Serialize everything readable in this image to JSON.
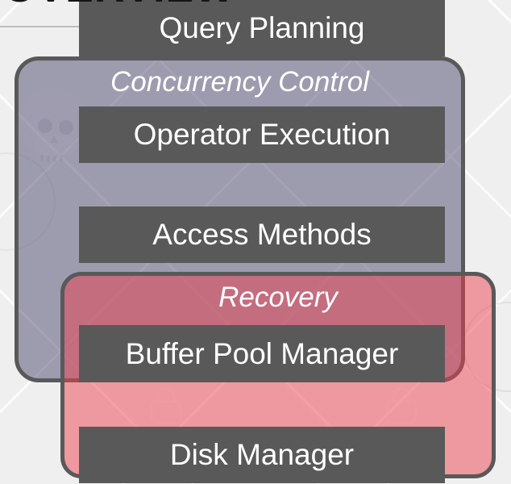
{
  "slide": {
    "clipped_title": "OVERVIEW",
    "background_color": "#efeff0",
    "box_color": "#595959",
    "box_text_color": "#ffffff",
    "concurrency_band_color": "rgba(76,72,108,0.5)",
    "recovery_band_color": "rgba(236,62,77,0.49)"
  },
  "diagram": {
    "bands": [
      {
        "id": "concurrency-control",
        "label": "Concurrency Control"
      },
      {
        "id": "recovery",
        "label": "Recovery"
      }
    ],
    "boxes": [
      {
        "id": "query-planning",
        "label": "Query Planning"
      },
      {
        "id": "operator-execution",
        "label": "Operator Execution"
      },
      {
        "id": "access-methods",
        "label": "Access Methods"
      },
      {
        "id": "buffer-pool-manager",
        "label": "Buffer Pool Manager"
      },
      {
        "id": "disk-manager",
        "label": "Disk Manager"
      }
    ]
  }
}
